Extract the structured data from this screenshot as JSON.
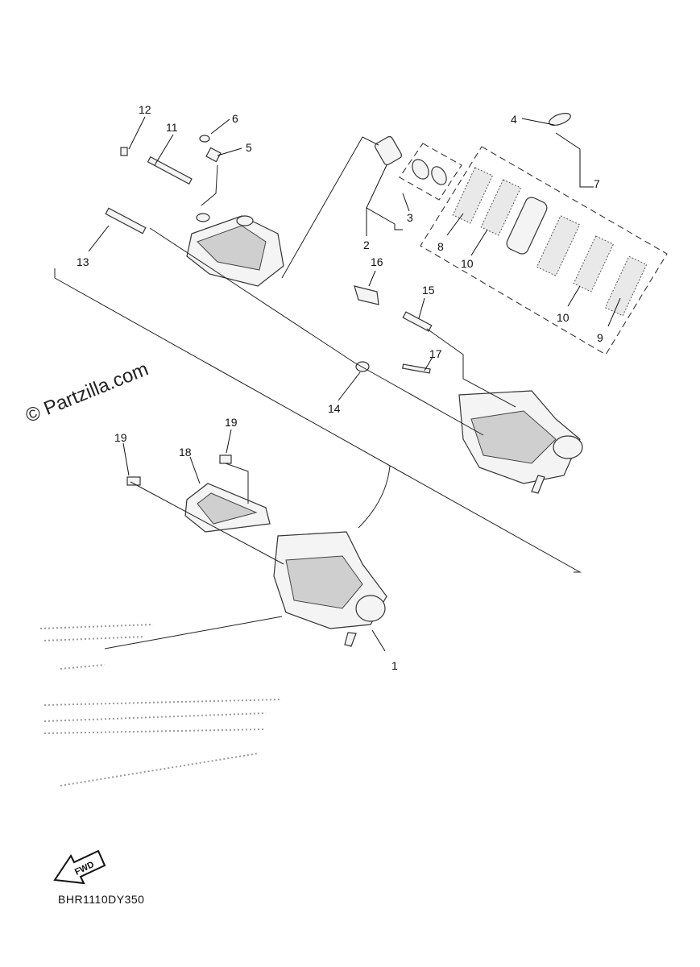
{
  "diagram": {
    "callouts": [
      "1",
      "2",
      "3",
      "4",
      "5",
      "6",
      "7",
      "8",
      "9",
      "10",
      "10",
      "11",
      "12",
      "13",
      "14",
      "15",
      "16",
      "17",
      "18",
      "19",
      "19"
    ],
    "watermark": "© Partzilla.com",
    "fwd_label": "FWD",
    "diagram_code": "BHR1110DY350"
  }
}
